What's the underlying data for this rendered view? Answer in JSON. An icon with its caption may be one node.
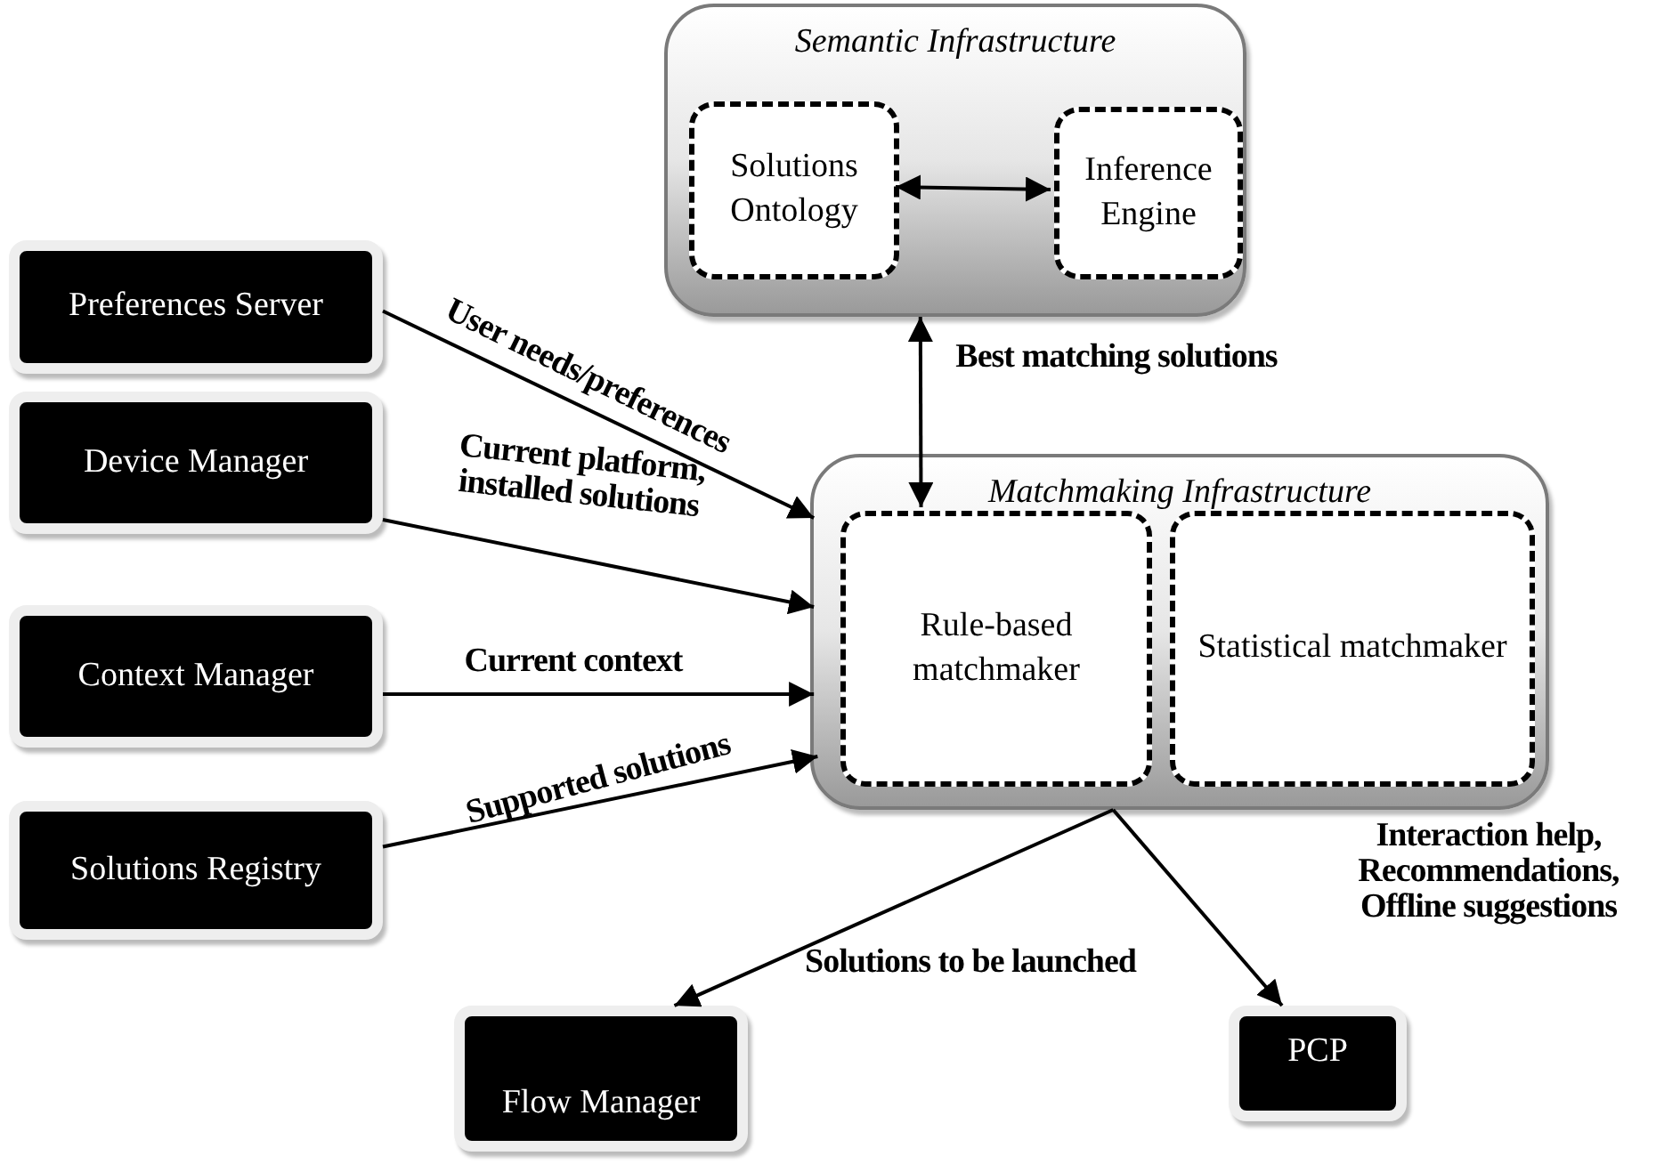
{
  "diagram": {
    "nodes": [
      {
        "text": [
          "Semantic Infrastructure"
        ]
      },
      {
        "text": [
          "Solutions Ontology"
        ],
        "in": 0
      },
      {
        "text": [
          "Inference Engine"
        ],
        "in": 0
      },
      {
        "text": [
          "Matchmaking Infrastructure"
        ]
      },
      {
        "text": [
          "Rule-based matchmaker"
        ],
        "in": 3
      },
      {
        "text": [
          "Statistical matchmaker"
        ],
        "in": 3
      },
      {
        "text": [
          "Preferences Server"
        ]
      },
      {
        "text": [
          "Device Manager"
        ]
      },
      {
        "text": [
          "Context Manager"
        ]
      },
      {
        "text": [
          "Solutions Registry"
        ]
      },
      {
        "text": [
          "Flow Manager"
        ]
      },
      {
        "text": [
          "PCP"
        ]
      }
    ],
    "edges": [
      {
        "from": 1,
        "to": 2,
        "arrow": "both"
      },
      {
        "from": 0,
        "to": 4,
        "arrow": "both",
        "label": "Best matching solutions"
      },
      {
        "from": 6,
        "to": 3,
        "arrow": "to",
        "label": "User needs/preferences"
      },
      {
        "from": 7,
        "to": 3,
        "arrow": "to",
        "label": "Current platform, installed solutions"
      },
      {
        "from": 8,
        "to": 3,
        "arrow": "to",
        "label": "Current context"
      },
      {
        "from": 9,
        "to": 3,
        "arrow": "to",
        "label": "Supported solutions"
      },
      {
        "from": 3,
        "to": 10,
        "arrow": "to",
        "label": "Solutions to be launched"
      },
      {
        "from": 3,
        "to": 11,
        "arrow": "to",
        "label": "Interaction help, Recommendations, Offline suggestions"
      }
    ]
  }
}
